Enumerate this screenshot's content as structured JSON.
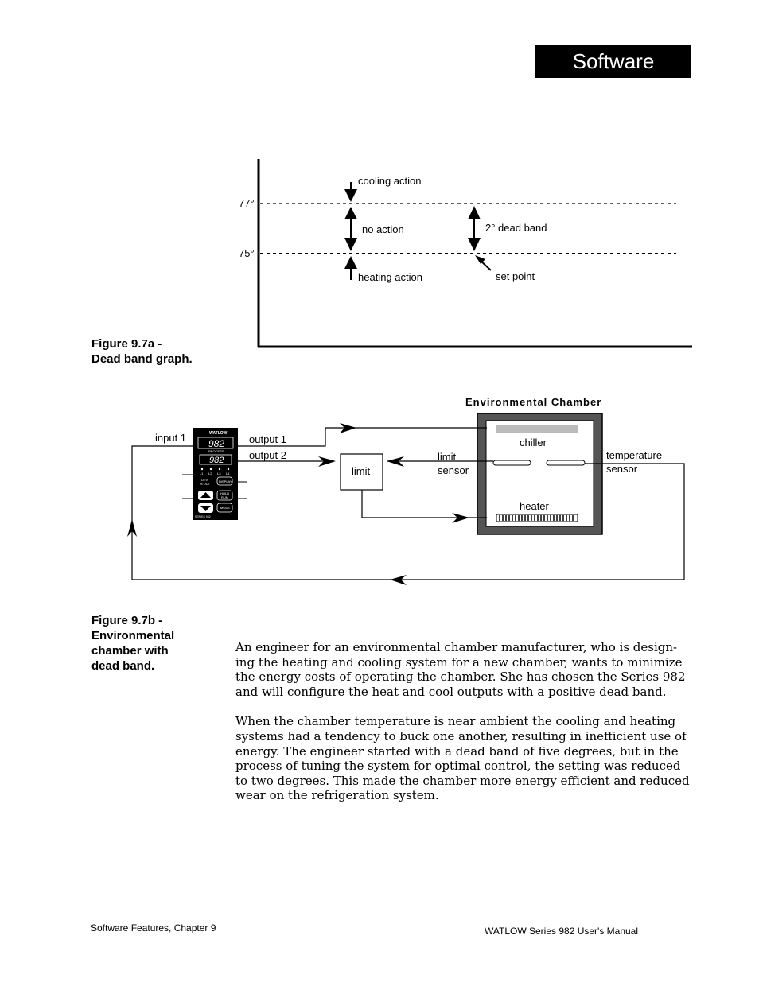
{
  "header": {
    "section_title": "Software"
  },
  "figure_a": {
    "caption_line1": "Figure 9.7a -",
    "caption_line2": "Dead band graph.",
    "temp_high": "77°",
    "temp_low": "75°",
    "label_cooling": "cooling action",
    "label_no_action": "no action",
    "label_heating": "heating action",
    "label_dead_band": "2° dead band",
    "label_set_point": "set point"
  },
  "figure_b": {
    "caption_lines": [
      "Figure 9.7b -",
      "Environmental",
      "chamber with",
      "dead band."
    ],
    "chamber_title": "Environmental Chamber",
    "input1": "input 1",
    "output1": "output 1",
    "output2": "output 2",
    "limit_box": "limit",
    "limit_sensor_1": "limit",
    "limit_sensor_2": "sensor",
    "chiller": "chiller",
    "heater": "heater",
    "temp_sensor_1": "temperature",
    "temp_sensor_2": "sensor",
    "controller": {
      "brand": "WATLOW",
      "top_display": "982",
      "process_label": "PROCESS",
      "bottom_display": "982",
      "led_labels": [
        "L1",
        "L2",
        "L3",
        "L4"
      ],
      "dev_label": "DEV",
      "out_label": "% OUT",
      "display_btn": "DISPLAY",
      "hold_btn": "HOLD",
      "run_btn": "RUN",
      "mode_btn": "MODE",
      "model_label": "SERIES 982"
    }
  },
  "body": {
    "paragraphs": [
      "An engineer for an environmental chamber manufacturer, who is design-ing the heating and cooling system for a new chamber, wants to minimize the energy costs of operating the chamber. She has chosen the Series 982 and will configure the heat and cool outputs with a positive dead band.",
      "When the chamber temperature is near ambient the cooling and heating systems had a tendency to buck one another, resulting in inefficient use of energy. The engineer started with a dead band of five degrees, but in the process of tuning the system for optimal control, the setting was reduced to two degrees. This made the chamber more energy efficient and reduced wear on the refrigeration system."
    ]
  },
  "footer": {
    "left": "Software Features, Chapter 9",
    "right": "WATLOW Series 982 User's Manual"
  }
}
